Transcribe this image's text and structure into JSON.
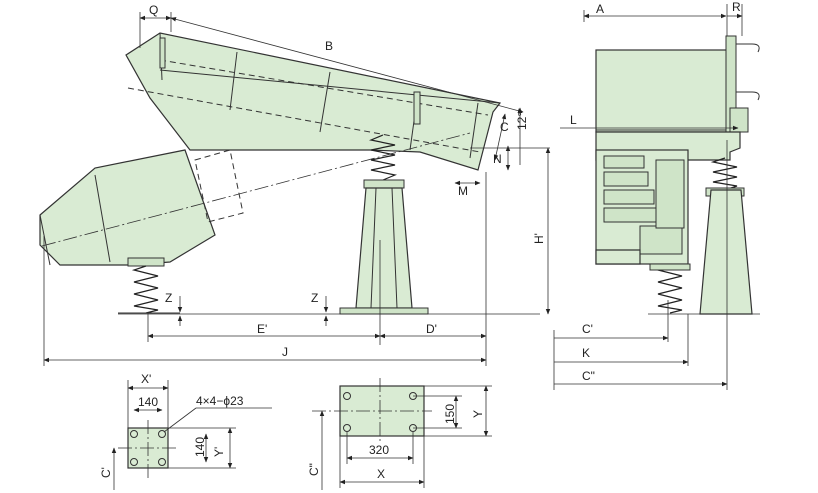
{
  "labels": {
    "Q": "Q",
    "B": "B",
    "C": "C",
    "angle": "12°",
    "N": "N",
    "M": "M",
    "H_prime": "H'",
    "Z": "Z",
    "E_prime": "E'",
    "D_prime": "D'",
    "J": "J",
    "A": "A",
    "R": "R",
    "L": "L",
    "C_prime": "C'",
    "K": "K",
    "C_dprime": "C\"",
    "X_prime": "X'",
    "dim_140_a": "140",
    "holes": "4×4−ϕ23",
    "dim_140_b": "140",
    "Y_prime": "Y'",
    "dim_150": "150",
    "Y": "Y",
    "dim_320": "320",
    "X": "X"
  }
}
